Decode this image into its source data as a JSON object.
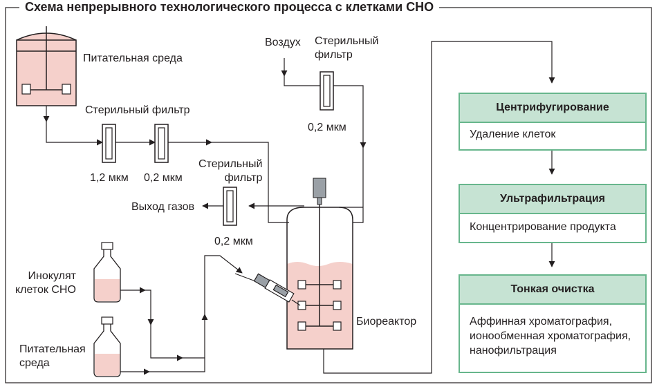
{
  "title": "Схема непрерывного технологического процесса с клетками CHO",
  "labels": {
    "media_tank": "Питательная среда",
    "sterile_filter_1": "Стерильный фильтр",
    "pore_1_2": "1,2 мкм",
    "pore_0_2_a": "0,2 мкм",
    "air": "Воздух",
    "sterile_filter_air": "Стерильный\nфильтр",
    "pore_0_2_air": "0,2 мкм",
    "sterile_filter_gas": "Стерильный\nфильтр",
    "gas_out": "Выход газов",
    "pore_0_2_gas": "0,2 мкм",
    "inoculum": "Инокулят\nклеток CHO",
    "media_bottle": "Питательная\nсреда",
    "bioreactor": "Биореактор"
  },
  "steps": [
    {
      "title": "Центрифугирование",
      "detail": "Удаление клеток"
    },
    {
      "title": "Ультрафильтрация",
      "detail": "Концентрирование продукта"
    },
    {
      "title": "Тонкая очистка",
      "detail": "Аффинная хроматография,\nионообменная хроматография,\nнанофильтрация"
    }
  ],
  "colors": {
    "liquid": "#f5d0cb",
    "box_header": "#c6e3d3",
    "box_border": "#67b68c",
    "motor": "#9aa0a6",
    "line": "#231f20"
  }
}
